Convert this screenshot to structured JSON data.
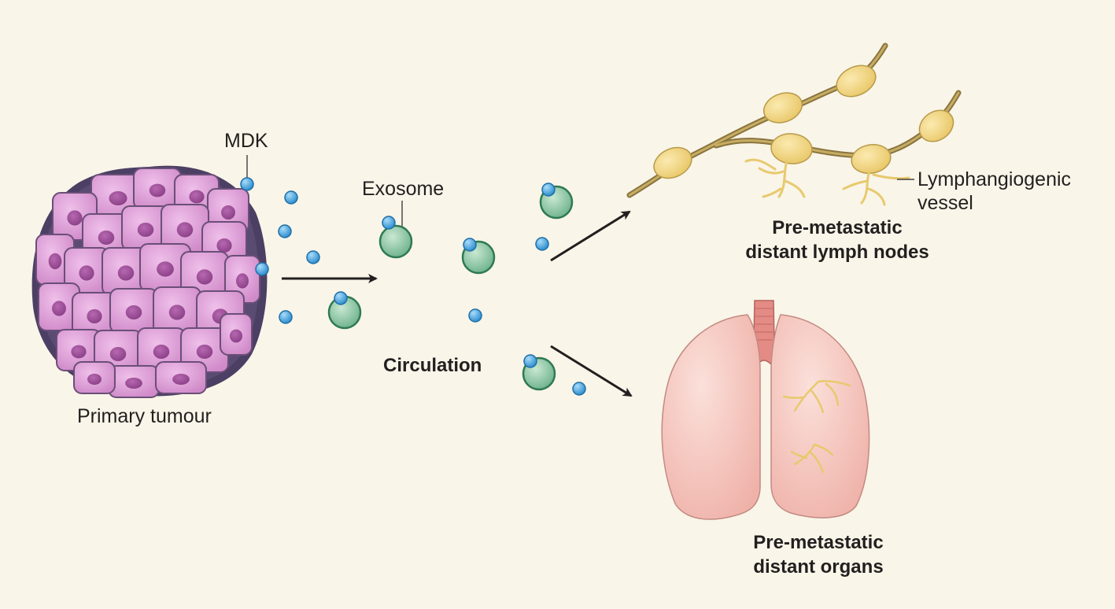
{
  "labels": {
    "mdk": "MDK",
    "exosome": "Exosome",
    "primary_tumour": "Primary tumour",
    "circulation": "Circulation",
    "lymphangiogenic_vessel": [
      "Lymphangiogenic",
      "vessel"
    ],
    "lymph_nodes": [
      "Pre-metastatic",
      "distant lymph nodes"
    ],
    "organs": [
      "Pre-metastatic",
      "distant organs"
    ]
  },
  "colors": {
    "background": "#f9f5e8",
    "tumour_cell": "#dc9bd6",
    "tumour_nucleus": "#9a4e96",
    "tumour_outline": "#4c3f64",
    "mdk": "#4aa3dc",
    "exosome": "#8cc4a4",
    "lymph_node": "#f4db8c",
    "lymph_vessel": "#8a7440",
    "lung": "#f6c5bd",
    "trachea": "#e48b86",
    "arrow": "#231f20"
  }
}
